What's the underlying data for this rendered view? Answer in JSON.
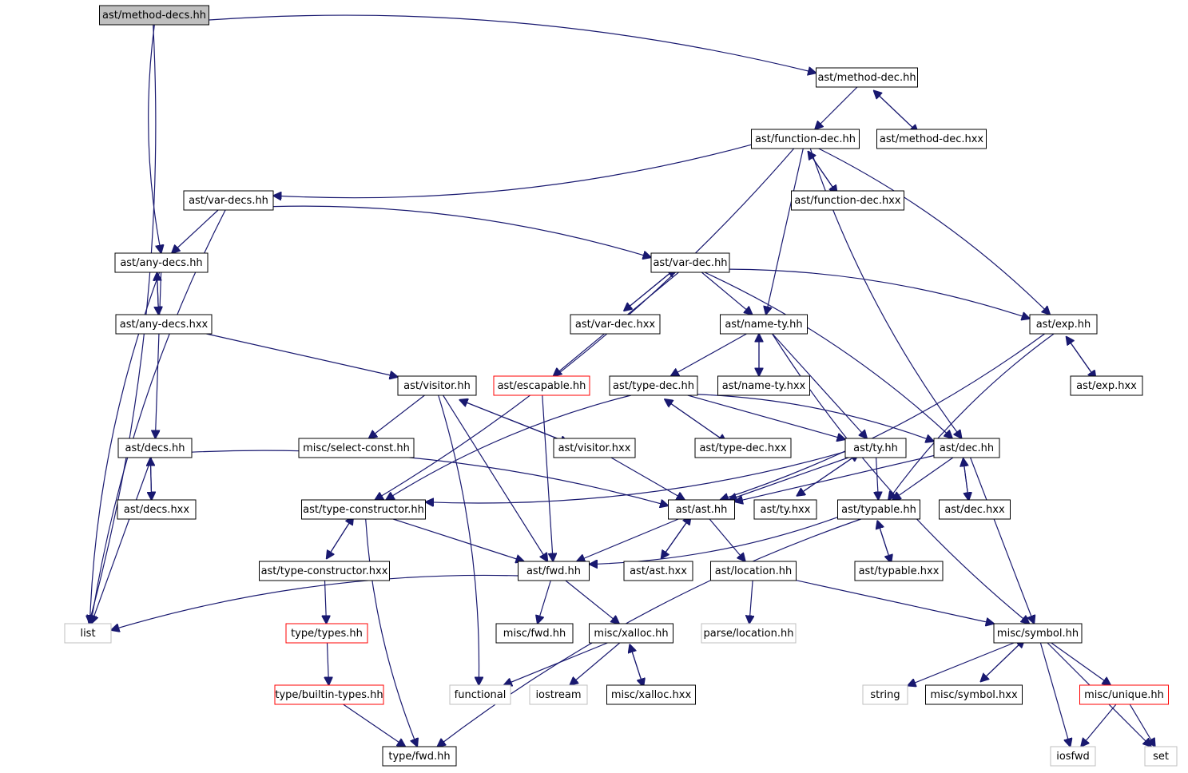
{
  "colors": {
    "edge": "#191970",
    "node_border": "#000000",
    "root_fill": "#bfbfbf",
    "missing_border": "#ff0000",
    "external_border": "#bfbfbf"
  },
  "nodes": [
    {
      "id": "method_decs_hh",
      "label": "ast/method-decs.hh",
      "style": "root"
    },
    {
      "id": "method_dec_hh",
      "label": "ast/method-dec.hh",
      "style": "normal"
    },
    {
      "id": "function_dec_hh",
      "label": "ast/function-dec.hh",
      "style": "normal"
    },
    {
      "id": "method_dec_hxx",
      "label": "ast/method-dec.hxx",
      "style": "normal"
    },
    {
      "id": "var_decs_hh",
      "label": "ast/var-decs.hh",
      "style": "normal"
    },
    {
      "id": "function_dec_hxx",
      "label": "ast/function-dec.hxx",
      "style": "normal"
    },
    {
      "id": "any_decs_hh",
      "label": "ast/any-decs.hh",
      "style": "normal"
    },
    {
      "id": "var_dec_hh",
      "label": "ast/var-dec.hh",
      "style": "normal"
    },
    {
      "id": "any_decs_hxx",
      "label": "ast/any-decs.hxx",
      "style": "normal"
    },
    {
      "id": "var_dec_hxx",
      "label": "ast/var-dec.hxx",
      "style": "normal"
    },
    {
      "id": "name_ty_hh",
      "label": "ast/name-ty.hh",
      "style": "normal"
    },
    {
      "id": "exp_hh",
      "label": "ast/exp.hh",
      "style": "normal"
    },
    {
      "id": "visitor_hh",
      "label": "ast/visitor.hh",
      "style": "normal"
    },
    {
      "id": "escapable_hh",
      "label": "ast/escapable.hh",
      "style": "red"
    },
    {
      "id": "type_dec_hh",
      "label": "ast/type-dec.hh",
      "style": "normal"
    },
    {
      "id": "name_ty_hxx",
      "label": "ast/name-ty.hxx",
      "style": "normal"
    },
    {
      "id": "exp_hxx",
      "label": "ast/exp.hxx",
      "style": "normal"
    },
    {
      "id": "decs_hh",
      "label": "ast/decs.hh",
      "style": "normal"
    },
    {
      "id": "select_const_hh",
      "label": "misc/select-const.hh",
      "style": "normal"
    },
    {
      "id": "visitor_hxx",
      "label": "ast/visitor.hxx",
      "style": "normal"
    },
    {
      "id": "type_dec_hxx",
      "label": "ast/type-dec.hxx",
      "style": "normal"
    },
    {
      "id": "ty_hh",
      "label": "ast/ty.hh",
      "style": "normal"
    },
    {
      "id": "dec_hh",
      "label": "ast/dec.hh",
      "style": "normal"
    },
    {
      "id": "decs_hxx",
      "label": "ast/decs.hxx",
      "style": "normal"
    },
    {
      "id": "type_constructor_hh",
      "label": "ast/type-constructor.hh",
      "style": "normal"
    },
    {
      "id": "ast_hh",
      "label": "ast/ast.hh",
      "style": "normal"
    },
    {
      "id": "ty_hxx",
      "label": "ast/ty.hxx",
      "style": "normal"
    },
    {
      "id": "typable_hh",
      "label": "ast/typable.hh",
      "style": "normal"
    },
    {
      "id": "dec_hxx",
      "label": "ast/dec.hxx",
      "style": "normal"
    },
    {
      "id": "type_constructor_hxx",
      "label": "ast/type-constructor.hxx",
      "style": "normal"
    },
    {
      "id": "fwd_hh",
      "label": "ast/fwd.hh",
      "style": "normal"
    },
    {
      "id": "ast_hxx",
      "label": "ast/ast.hxx",
      "style": "normal"
    },
    {
      "id": "location_hh",
      "label": "ast/location.hh",
      "style": "normal"
    },
    {
      "id": "typable_hxx",
      "label": "ast/typable.hxx",
      "style": "normal"
    },
    {
      "id": "list",
      "label": "list",
      "style": "gray"
    },
    {
      "id": "types_hh",
      "label": "type/types.hh",
      "style": "red"
    },
    {
      "id": "misc_fwd_hh",
      "label": "misc/fwd.hh",
      "style": "normal"
    },
    {
      "id": "xalloc_hh",
      "label": "misc/xalloc.hh",
      "style": "normal"
    },
    {
      "id": "parse_location_hh",
      "label": "parse/location.hh",
      "style": "gray"
    },
    {
      "id": "symbol_hh",
      "label": "misc/symbol.hh",
      "style": "normal"
    },
    {
      "id": "builtin_types_hh",
      "label": "type/builtin-types.hh",
      "style": "red"
    },
    {
      "id": "functional",
      "label": "functional",
      "style": "gray"
    },
    {
      "id": "iostream",
      "label": "iostream",
      "style": "gray"
    },
    {
      "id": "xalloc_hxx",
      "label": "misc/xalloc.hxx",
      "style": "normal"
    },
    {
      "id": "string",
      "label": "string",
      "style": "gray"
    },
    {
      "id": "symbol_hxx",
      "label": "misc/symbol.hxx",
      "style": "normal"
    },
    {
      "id": "unique_hh",
      "label": "misc/unique.hh",
      "style": "red"
    },
    {
      "id": "type_fwd_hh",
      "label": "type/fwd.hh",
      "style": "normal"
    },
    {
      "id": "iosfwd",
      "label": "iosfwd",
      "style": "gray"
    },
    {
      "id": "set",
      "label": "set",
      "style": "gray"
    }
  ],
  "edges": [
    [
      "method_decs_hh",
      "method_dec_hh"
    ],
    [
      "method_decs_hh",
      "any_decs_hh"
    ],
    [
      "method_decs_hh",
      "list"
    ],
    [
      "method_dec_hh",
      "function_dec_hh"
    ],
    [
      "method_dec_hh",
      "method_dec_hxx"
    ],
    [
      "method_dec_hxx",
      "method_dec_hh"
    ],
    [
      "function_dec_hh",
      "var_decs_hh"
    ],
    [
      "function_dec_hh",
      "function_dec_hxx"
    ],
    [
      "function_dec_hxx",
      "function_dec_hh"
    ],
    [
      "function_dec_hh",
      "name_ty_hh"
    ],
    [
      "function_dec_hh",
      "exp_hh"
    ],
    [
      "function_dec_hh",
      "dec_hh"
    ],
    [
      "function_dec_hh",
      "type_constructor_hh"
    ],
    [
      "var_decs_hh",
      "any_decs_hh"
    ],
    [
      "var_decs_hh",
      "var_dec_hh"
    ],
    [
      "var_decs_hh",
      "list"
    ],
    [
      "any_decs_hh",
      "any_decs_hxx"
    ],
    [
      "any_decs_hxx",
      "any_decs_hh"
    ],
    [
      "any_decs_hh",
      "decs_hh"
    ],
    [
      "any_decs_hh",
      "list"
    ],
    [
      "any_decs_hxx",
      "visitor_hh"
    ],
    [
      "var_dec_hh",
      "var_dec_hxx"
    ],
    [
      "var_dec_hxx",
      "var_dec_hh"
    ],
    [
      "var_dec_hh",
      "name_ty_hh"
    ],
    [
      "var_dec_hh",
      "exp_hh"
    ],
    [
      "var_dec_hh",
      "escapable_hh"
    ],
    [
      "var_dec_hh",
      "dec_hh"
    ],
    [
      "name_ty_hh",
      "name_ty_hxx"
    ],
    [
      "name_ty_hxx",
      "name_ty_hh"
    ],
    [
      "name_ty_hh",
      "type_dec_hh"
    ],
    [
      "name_ty_hh",
      "ty_hh"
    ],
    [
      "name_ty_hh",
      "symbol_hh"
    ],
    [
      "exp_hh",
      "exp_hxx"
    ],
    [
      "exp_hxx",
      "exp_hh"
    ],
    [
      "exp_hh",
      "ast_hh"
    ],
    [
      "exp_hh",
      "typable_hh"
    ],
    [
      "visitor_hh",
      "select_const_hh"
    ],
    [
      "visitor_hh",
      "visitor_hxx"
    ],
    [
      "visitor_hxx",
      "visitor_hh"
    ],
    [
      "visitor_hh",
      "fwd_hh"
    ],
    [
      "visitor_hh",
      "functional"
    ],
    [
      "visitor_hxx",
      "ast_hh"
    ],
    [
      "escapable_hh",
      "fwd_hh"
    ],
    [
      "type_dec_hh",
      "type_dec_hxx"
    ],
    [
      "type_dec_hxx",
      "type_dec_hh"
    ],
    [
      "type_dec_hh",
      "ty_hh"
    ],
    [
      "type_dec_hh",
      "dec_hh"
    ],
    [
      "type_dec_hh",
      "type_constructor_hh"
    ],
    [
      "decs_hh",
      "decs_hxx"
    ],
    [
      "decs_hxx",
      "decs_hh"
    ],
    [
      "decs_hh",
      "ast_hh"
    ],
    [
      "decs_hh",
      "list"
    ],
    [
      "ty_hh",
      "ast_hh"
    ],
    [
      "ty_hh",
      "ty_hxx"
    ],
    [
      "ty_hxx",
      "ty_hh"
    ],
    [
      "ty_hh",
      "typable_hh"
    ],
    [
      "ty_hh",
      "type_constructor_hh"
    ],
    [
      "dec_hh",
      "ast_hh"
    ],
    [
      "dec_hh",
      "typable_hh"
    ],
    [
      "dec_hh",
      "dec_hxx"
    ],
    [
      "dec_hxx",
      "dec_hh"
    ],
    [
      "dec_hh",
      "symbol_hh"
    ],
    [
      "type_constructor_hh",
      "type_constructor_hxx"
    ],
    [
      "type_constructor_hxx",
      "type_constructor_hh"
    ],
    [
      "type_constructor_hh",
      "fwd_hh"
    ],
    [
      "type_constructor_hh",
      "type_fwd_hh"
    ],
    [
      "ast_hh",
      "fwd_hh"
    ],
    [
      "ast_hh",
      "ast_hxx"
    ],
    [
      "ast_hxx",
      "ast_hh"
    ],
    [
      "ast_hh",
      "location_hh"
    ],
    [
      "typable_hh",
      "fwd_hh"
    ],
    [
      "typable_hh",
      "typable_hxx"
    ],
    [
      "typable_hxx",
      "typable_hh"
    ],
    [
      "typable_hh",
      "type_fwd_hh"
    ],
    [
      "type_constructor_hxx",
      "types_hh"
    ],
    [
      "fwd_hh",
      "list"
    ],
    [
      "fwd_hh",
      "misc_fwd_hh"
    ],
    [
      "fwd_hh",
      "xalloc_hh"
    ],
    [
      "location_hh",
      "parse_location_hh"
    ],
    [
      "location_hh",
      "symbol_hh"
    ],
    [
      "types_hh",
      "builtin_types_hh"
    ],
    [
      "builtin_types_hh",
      "type_fwd_hh"
    ],
    [
      "xalloc_hh",
      "functional"
    ],
    [
      "xalloc_hh",
      "iostream"
    ],
    [
      "xalloc_hh",
      "xalloc_hxx"
    ],
    [
      "xalloc_hxx",
      "xalloc_hh"
    ],
    [
      "symbol_hh",
      "string"
    ],
    [
      "symbol_hh",
      "symbol_hxx"
    ],
    [
      "symbol_hxx",
      "symbol_hh"
    ],
    [
      "symbol_hh",
      "unique_hh"
    ],
    [
      "symbol_hh",
      "iosfwd"
    ],
    [
      "symbol_hh",
      "set"
    ],
    [
      "unique_hh",
      "iosfwd"
    ],
    [
      "unique_hh",
      "set"
    ]
  ]
}
